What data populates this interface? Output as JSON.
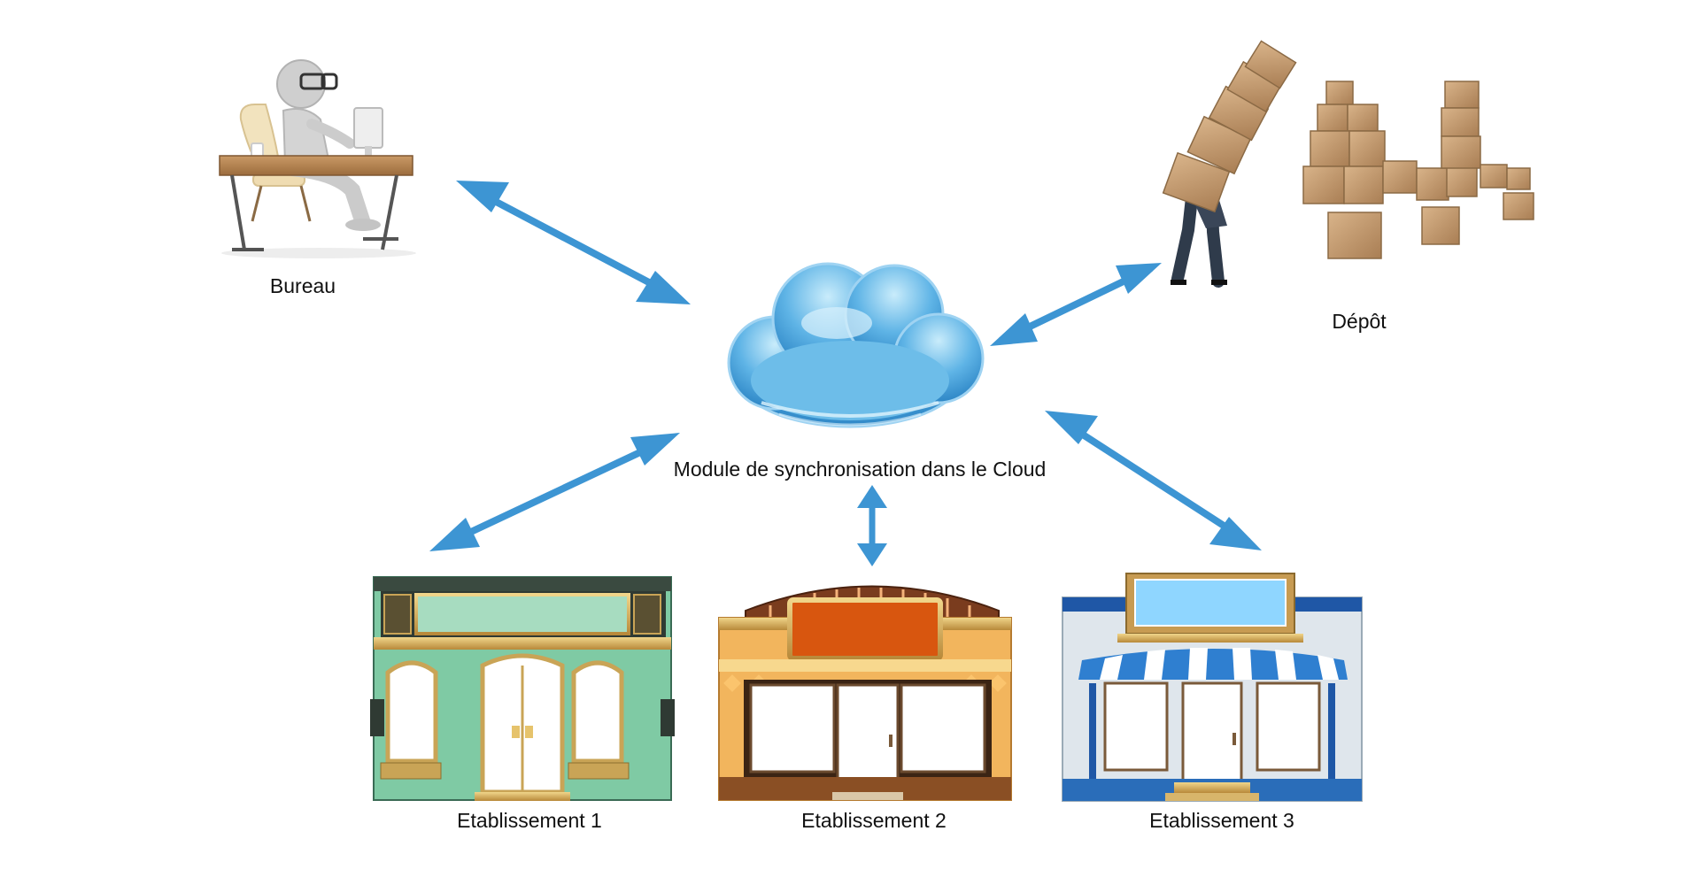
{
  "diagram": {
    "center": {
      "label": "Module de synchronisation dans le Cloud",
      "icon": "cloud-icon"
    },
    "nodes": [
      {
        "id": "bureau",
        "label": "Bureau",
        "icon": "office-desk-icon"
      },
      {
        "id": "depot",
        "label": "Dépôt",
        "icon": "warehouse-boxes-icon"
      },
      {
        "id": "etab1",
        "label": "Etablissement 1",
        "icon": "shopfront-green-icon"
      },
      {
        "id": "etab2",
        "label": "Etablissement 2",
        "icon": "shopfront-orange-icon"
      },
      {
        "id": "etab3",
        "label": "Etablissement 3",
        "icon": "shopfront-blue-icon"
      }
    ],
    "connections": [
      {
        "from": "bureau",
        "to": "center",
        "type": "bidirectional"
      },
      {
        "from": "depot",
        "to": "center",
        "type": "bidirectional"
      },
      {
        "from": "etab1",
        "to": "center",
        "type": "bidirectional"
      },
      {
        "from": "etab2",
        "to": "center",
        "type": "bidirectional"
      },
      {
        "from": "etab3",
        "to": "center",
        "type": "bidirectional"
      }
    ],
    "colors": {
      "arrow": "#3d95d3",
      "cloud": "#5fb4e6"
    }
  }
}
